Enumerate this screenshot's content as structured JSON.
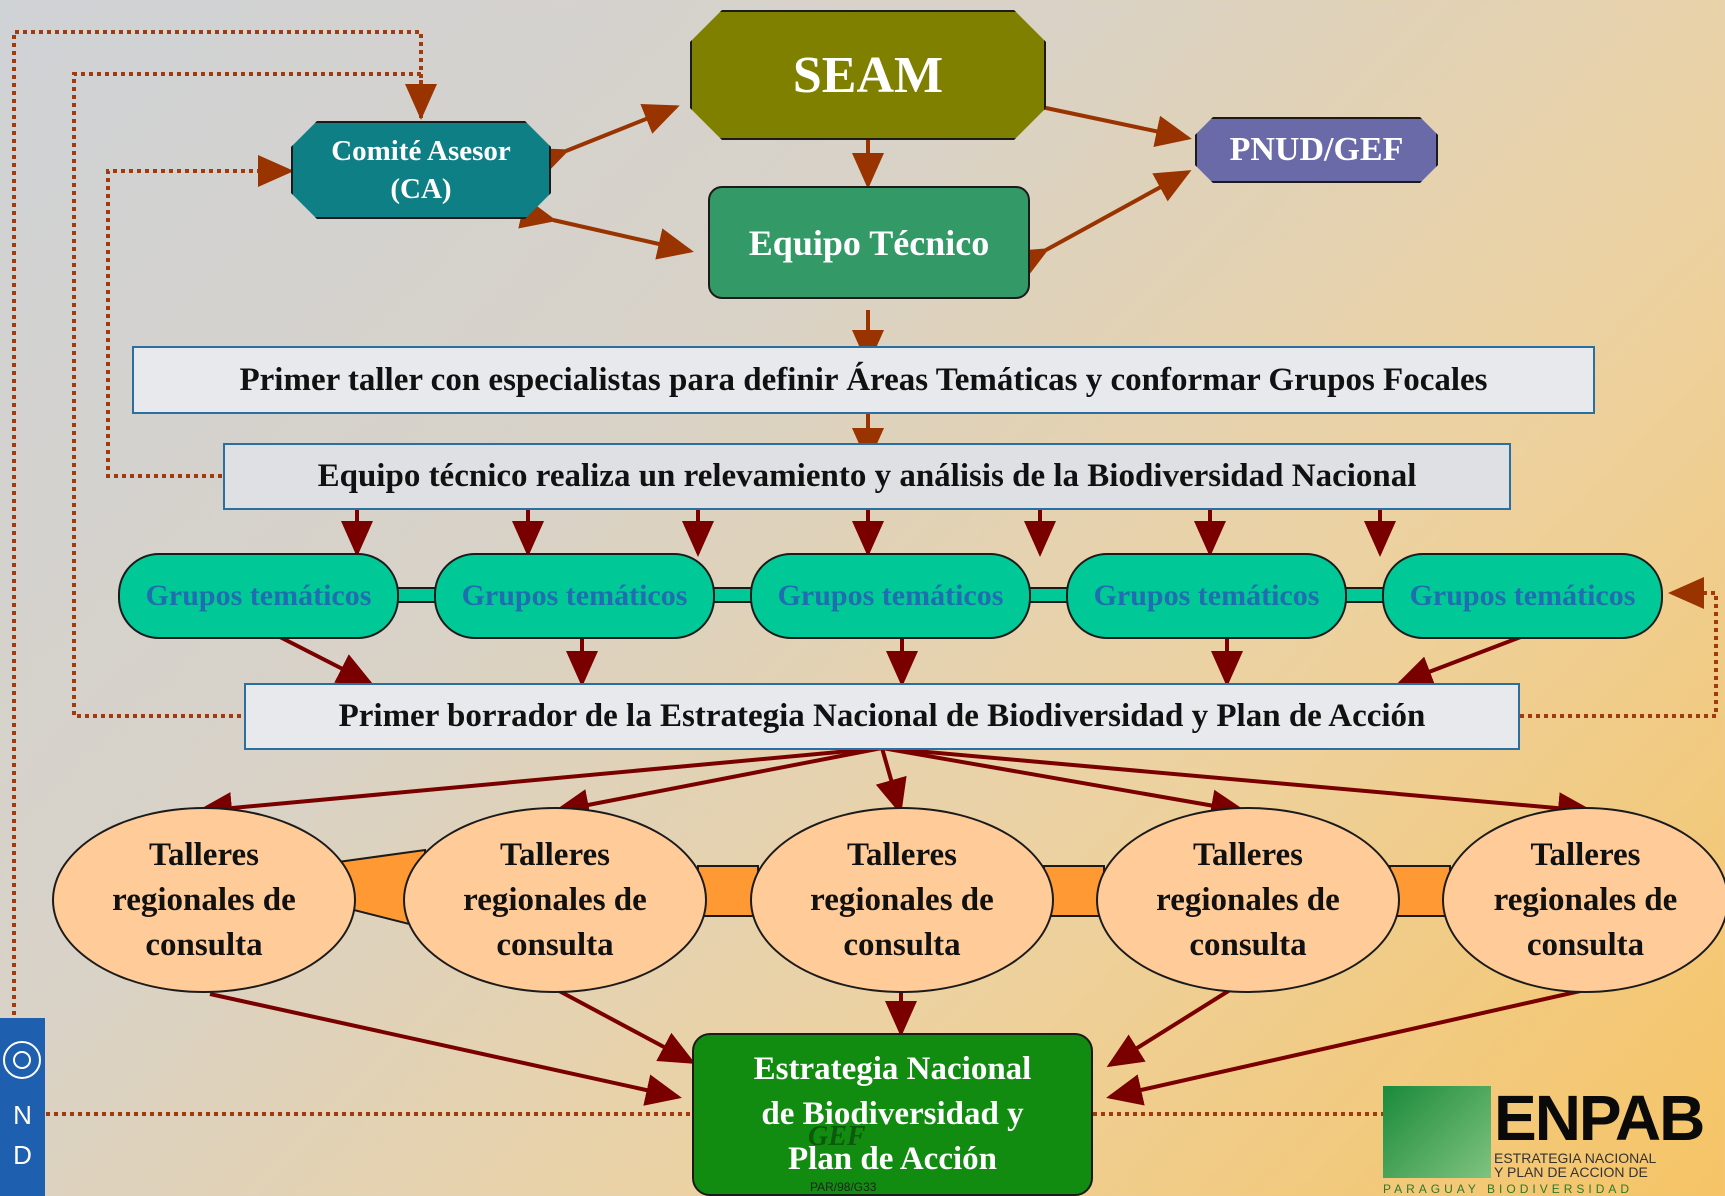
{
  "nodes": {
    "seam": "SEAM",
    "comite_line1": "Comité Asesor",
    "comite_line2": "(CA)",
    "pnud": "PNUD/GEF",
    "equipo": "Equipo Técnico",
    "bar1": "Primer taller con especialistas para definir Áreas Temáticas y conformar Grupos Focales",
    "bar2": "Equipo técnico realiza un relevamiento y análisis de la Biodiversidad Nacional",
    "grupos": [
      "Grupos temáticos",
      "Grupos temáticos",
      "Grupos temáticos",
      "Grupos temáticos",
      "Grupos temáticos"
    ],
    "bar3": "Primer borrador de la Estrategia Nacional de Biodiversidad y Plan de Acción",
    "talleres_line1": "Talleres",
    "talleres_line2": "regionales de",
    "talleres_line3": "consulta",
    "estrategia_line1": "Estrategia Nacional",
    "estrategia_line2": "de Biodiversidad y",
    "estrategia_line3": "Plan de Acción"
  },
  "logos": {
    "undp_letters": [
      "N",
      "D"
    ],
    "enpab": "ENPAB",
    "enpab_sub1": "ESTRATEGIA NACIONAL",
    "enpab_sub2": "Y PLAN DE ACCION DE",
    "enpab_sub3": "PARAGUAY BIODIVERSIDAD",
    "gef": "GEF",
    "gef_sub": "PAR/98/G33"
  },
  "colors": {
    "arrow_brown": "#993300",
    "arrow_dark_red": "#7a0000",
    "dotted": "#a23a10"
  }
}
